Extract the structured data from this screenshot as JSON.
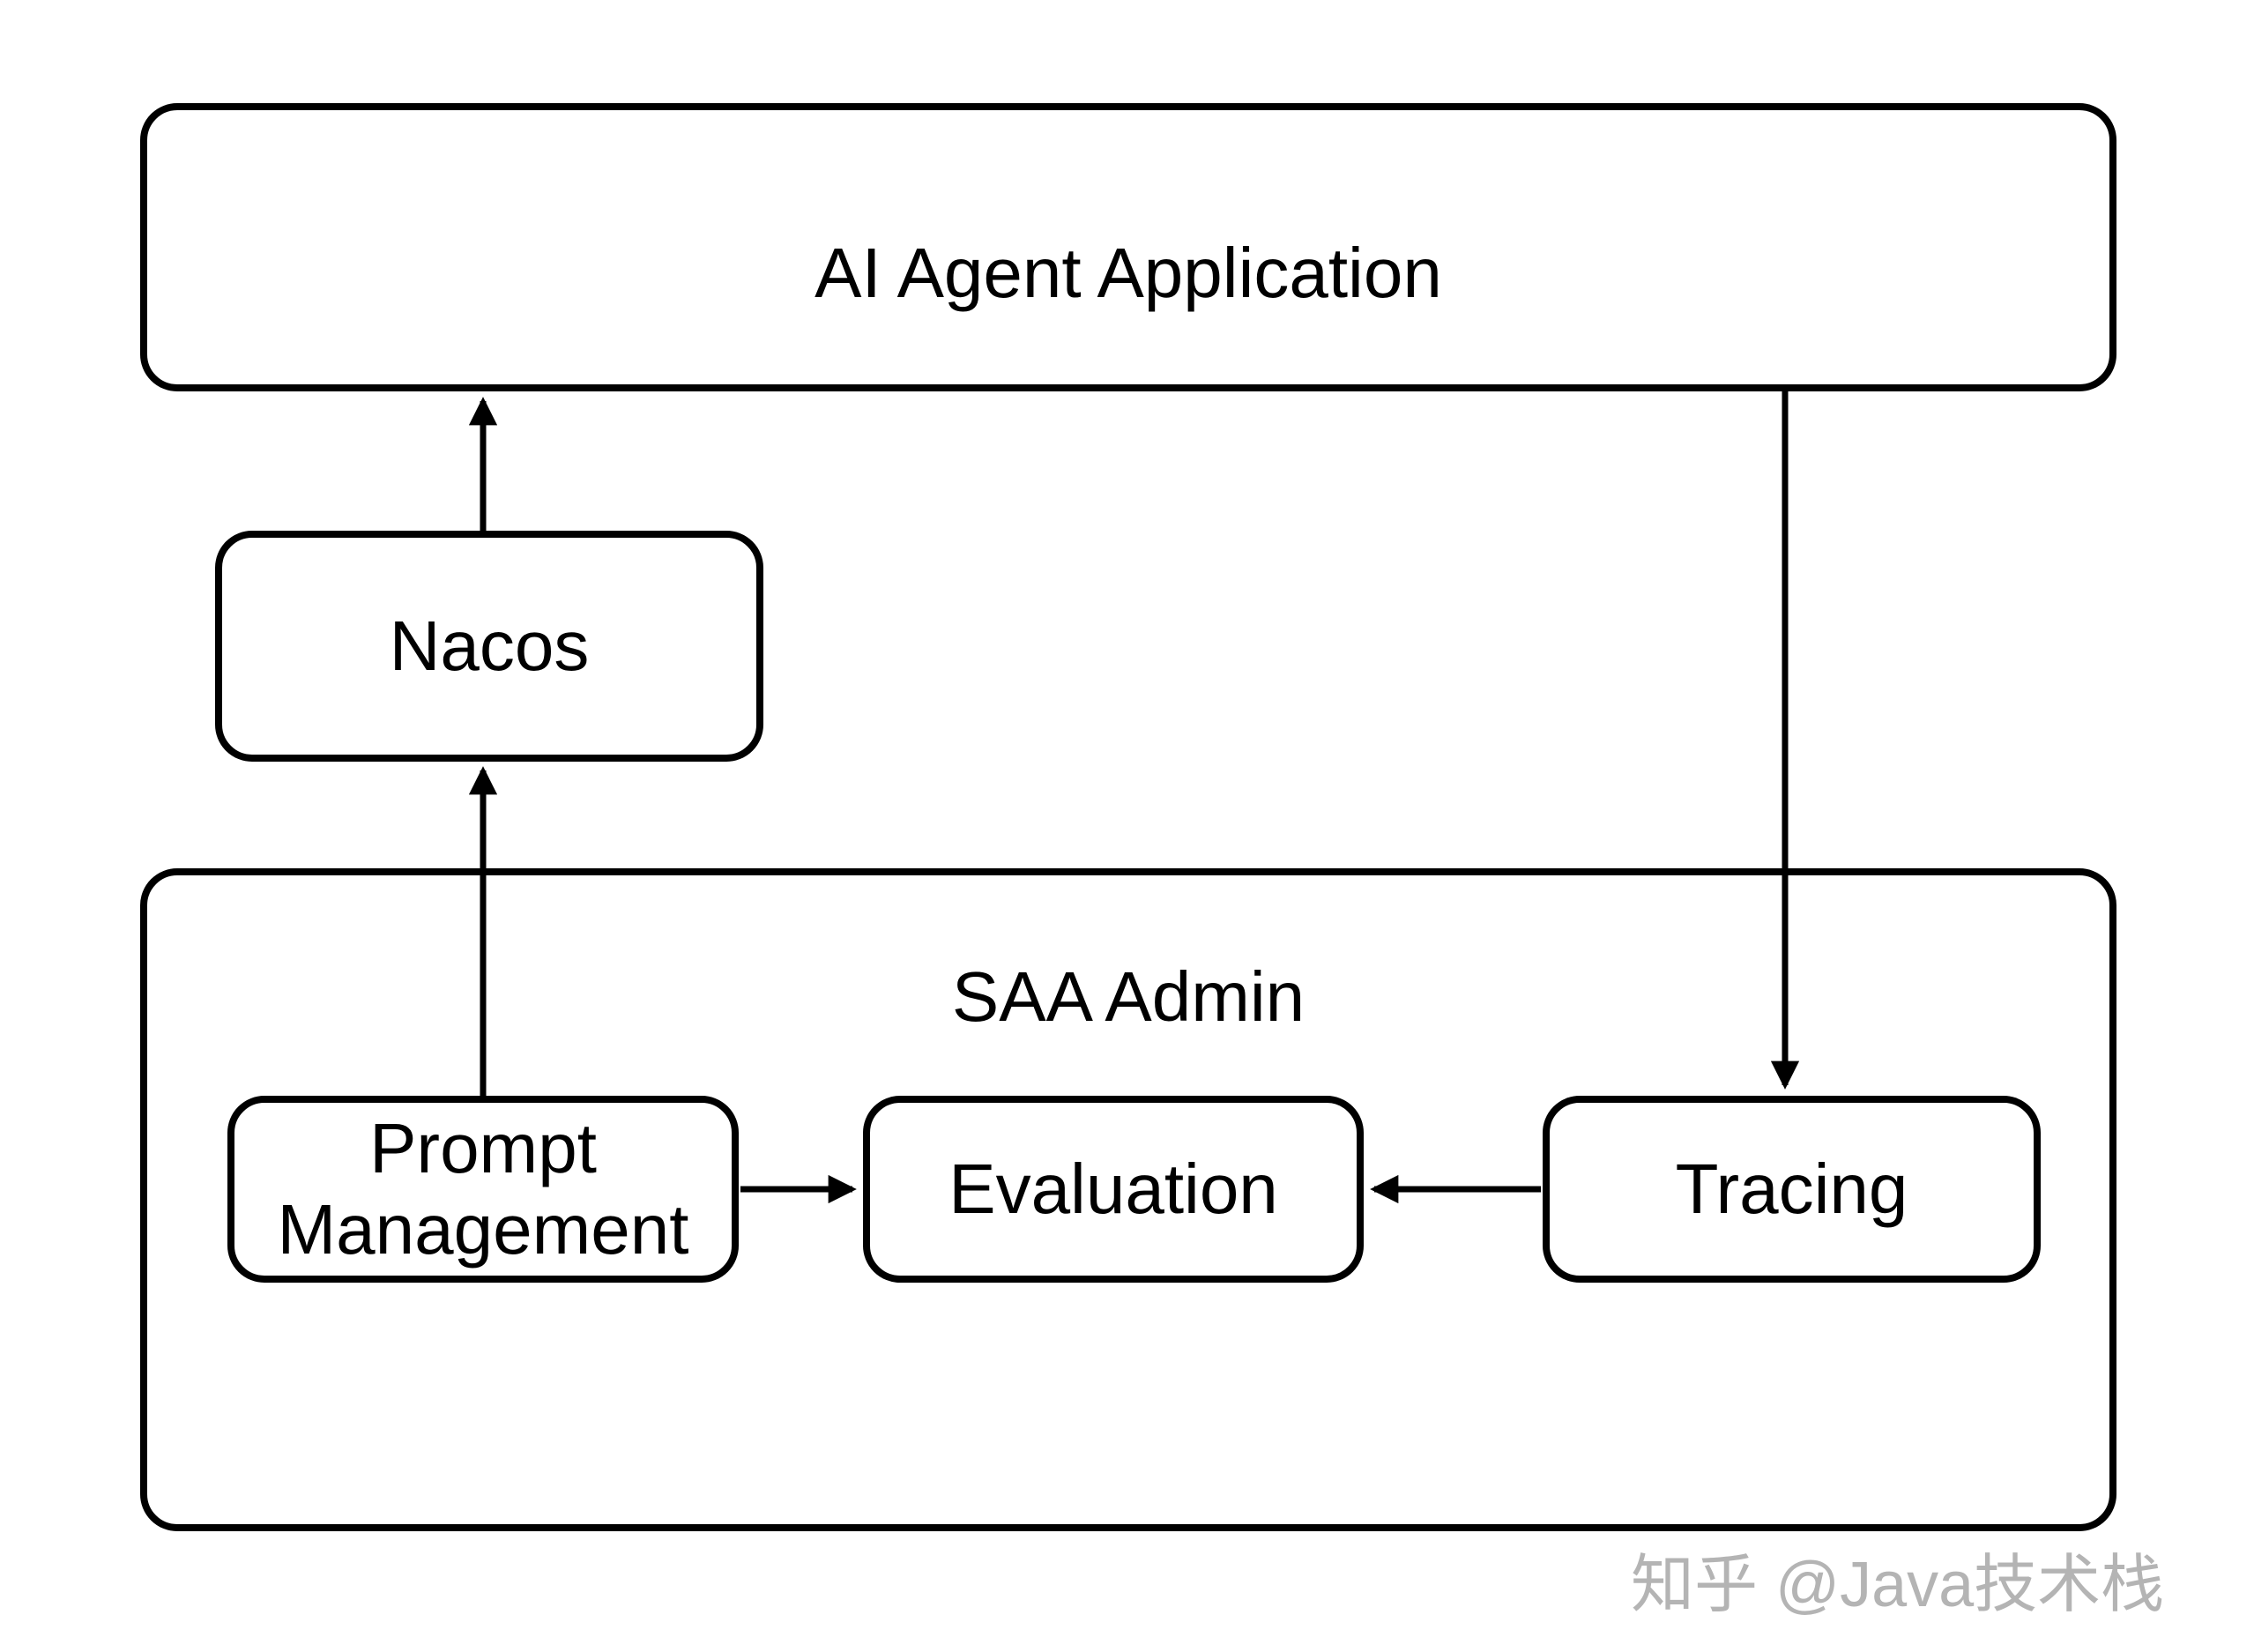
{
  "nodes": {
    "ai_agent": {
      "label": "AI Agent Application"
    },
    "nacos": {
      "label": "Nacos"
    },
    "saa_admin": {
      "label": "SAA Admin"
    },
    "prompt_management": {
      "label": "Prompt Management"
    },
    "evaluation": {
      "label": "Evaluation"
    },
    "tracing": {
      "label": "Tracing"
    }
  },
  "edges": [
    {
      "from": "nacos",
      "to": "ai_agent",
      "direction": "up"
    },
    {
      "from": "prompt_management",
      "to": "nacos",
      "direction": "up"
    },
    {
      "from": "ai_agent",
      "to": "tracing",
      "direction": "down"
    },
    {
      "from": "prompt_management",
      "to": "evaluation",
      "direction": "right"
    },
    {
      "from": "tracing",
      "to": "evaluation",
      "direction": "left"
    }
  ],
  "watermark": {
    "text": "知乎 @Java技术栈"
  },
  "colors": {
    "stroke": "#000000",
    "background": "#ffffff",
    "watermark": "#b4b4b4"
  }
}
